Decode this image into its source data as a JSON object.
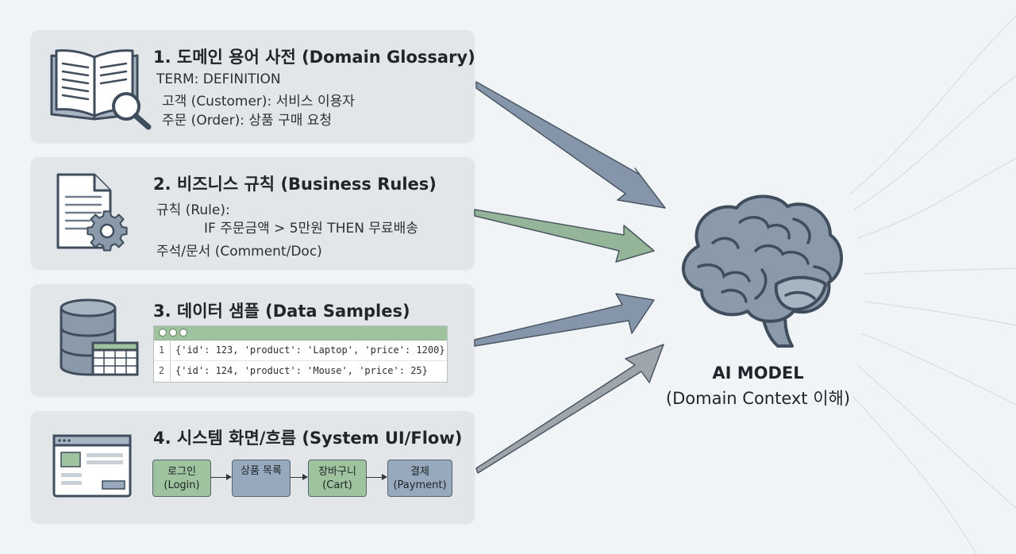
{
  "panels": [
    {
      "title": "1. 도메인 용어 사전 (Domain Glossary)",
      "lines": [
        "TERM: DEFINITION",
        "고객 (Customer): 서비스 이용자",
        "주문 (Order): 상품 구매 요청"
      ],
      "icon": "open-book-magnifier-icon"
    },
    {
      "title": "2. 비즈니스 규칙 (Business Rules)",
      "lines": [
        "규칙 (Rule):",
        "IF 주문금액 > 5만원 THEN 무료배송",
        "주석/문서 (Comment/Doc)"
      ],
      "icon": "document-gear-icon"
    },
    {
      "title": "3. 데이터 샘플 (Data Samples)",
      "code": [
        {
          "line": "1",
          "text": "{'id': 123, 'product': 'Laptop', 'price': 1200}"
        },
        {
          "line": "2",
          "text": "{'id': 124, 'product': 'Mouse', 'price': 25}"
        }
      ],
      "icon": "database-table-icon"
    },
    {
      "title": "4. 시스템 화면/흐름 (System UI/Flow)",
      "flow": [
        {
          "line1": "로그인",
          "line2": "(Login)",
          "color": "#9fc39f"
        },
        {
          "line1": "상품 목록",
          "line2": "",
          "color": "#97a9bc"
        },
        {
          "line1": "장바구니",
          "line2": "(Cart)",
          "color": "#9fc39f"
        },
        {
          "line1": "결제",
          "line2": "(Payment)",
          "color": "#97a9bc"
        }
      ],
      "icon": "browser-window-icon"
    }
  ],
  "model": {
    "title": "AI MODEL",
    "subtitle": "(Domain Context 이해)",
    "icon": "brain-icon"
  },
  "colors": {
    "panel_bg": "#e3e6e9",
    "arrow_blue": "#8596ab",
    "arrow_green": "#95b598",
    "arrow_gray": "#9ea5ab",
    "brain": "#8b9aab",
    "brain_stroke": "#3f4d5c"
  }
}
